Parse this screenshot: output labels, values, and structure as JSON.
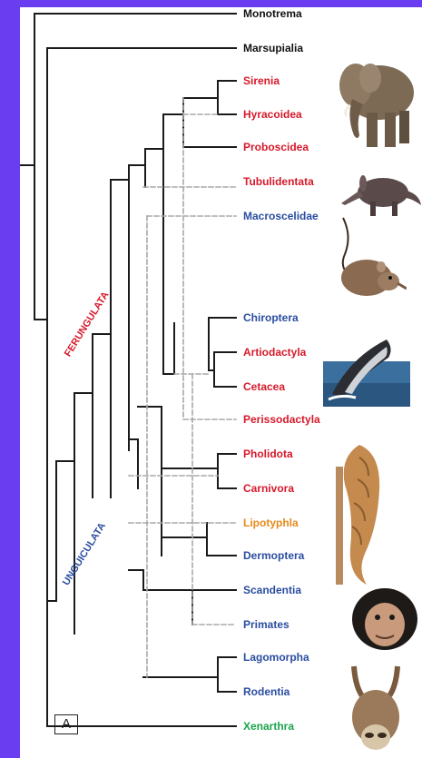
{
  "colors": {
    "background": "#6a3df0",
    "black": "#111111",
    "red": "#d7192a",
    "blue": "#2a4da0",
    "orange": "#e68a1c",
    "green": "#1aa44a",
    "solid_branch": "#1a1a1a",
    "dashed_branch": "#a8a8a8"
  },
  "taxa": [
    {
      "name": "Monotrema",
      "color": "black"
    },
    {
      "name": "Marsupialia",
      "color": "black"
    },
    {
      "name": "Sirenia",
      "color": "red"
    },
    {
      "name": "Hyracoidea",
      "color": "red"
    },
    {
      "name": "Proboscidea",
      "color": "red"
    },
    {
      "name": "Tubulidentata",
      "color": "red"
    },
    {
      "name": "Macroscelidae",
      "color": "blue"
    },
    {
      "name": "Chiroptera",
      "color": "blue"
    },
    {
      "name": "Artiodactyla",
      "color": "red"
    },
    {
      "name": "Cetacea",
      "color": "red"
    },
    {
      "name": "Perissodactyla",
      "color": "red"
    },
    {
      "name": "Pholidota",
      "color": "red"
    },
    {
      "name": "Carnivora",
      "color": "red"
    },
    {
      "name": "Lipotyphla",
      "color": "orange"
    },
    {
      "name": "Dermoptera",
      "color": "blue"
    },
    {
      "name": "Scandentia",
      "color": "blue"
    },
    {
      "name": "Primates",
      "color": "blue"
    },
    {
      "name": "Lagomorpha",
      "color": "blue"
    },
    {
      "name": "Rodentia",
      "color": "blue"
    },
    {
      "name": "Xenarthra",
      "color": "green"
    }
  ],
  "clades": {
    "ferungulata": "FERUNGULATA",
    "unguiculata": "UNGUICULATA"
  },
  "panel_label": "A",
  "images": [
    {
      "name": "elephant"
    },
    {
      "name": "aardvark"
    },
    {
      "name": "elephant-shrew"
    },
    {
      "name": "whale"
    },
    {
      "name": "pangolin"
    },
    {
      "name": "chimpanzee"
    },
    {
      "name": "sloth"
    }
  ]
}
